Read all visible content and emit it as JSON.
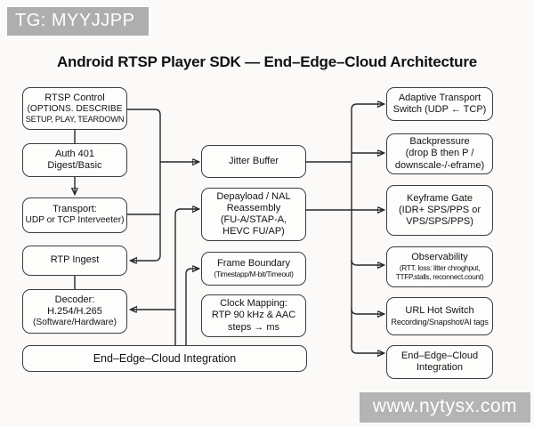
{
  "badges": {
    "top_left": "TG: MYYJJPP",
    "bottom_right": "www.nytysx.com"
  },
  "title": "Android RTSP Player SDK — End–Edge–Cloud Architecture",
  "diagram": {
    "left": [
      {
        "id": "rtsp-control",
        "lines": [
          "RTSP Control",
          "(OPTIONS. DESCRIBE",
          "SETUP, PLAY, TEARDOWN"
        ]
      },
      {
        "id": "auth-401",
        "lines": [
          "Auth 401",
          "Digest/Basic"
        ]
      },
      {
        "id": "transport",
        "lines": [
          "Transport:",
          "UDP or TCP Interveeter)"
        ]
      },
      {
        "id": "rtp-ingest",
        "lines": [
          "RTP Ingest"
        ]
      },
      {
        "id": "decoder",
        "lines": [
          "Decoder:",
          "H.254/H.265",
          "(Software/Hardware)"
        ]
      }
    ],
    "middle": [
      {
        "id": "jitter-buffer",
        "lines": [
          "Jitter Buffer"
        ]
      },
      {
        "id": "depayload-nal",
        "lines": [
          "Depayload / NAL",
          "Reassembly",
          "(FU-A/STAP-A,",
          "HEVC FU/AP)"
        ]
      },
      {
        "id": "frame-boundary",
        "lines": [
          "Frame Boundary",
          "(Timestapp/M-bit/Timeout)"
        ]
      },
      {
        "id": "clock-mapping",
        "lines": [
          "Clock Mapping:",
          "RTP 90 kHz & AAC",
          "steps → ms"
        ]
      }
    ],
    "right": [
      {
        "id": "adaptive-transport-switch",
        "lines": [
          "Adaptive Transport",
          "Switch (UDP ← TCP)"
        ]
      },
      {
        "id": "backpressure",
        "lines": [
          "Backpressure",
          "(drop B then P /",
          "downscale-/-eframe)"
        ]
      },
      {
        "id": "keyframe-gate",
        "lines": [
          "Keyframe Gate",
          "(IDR+ SPS/PPS or",
          "VPS/SPS/PPS)"
        ]
      },
      {
        "id": "observability",
        "lines": [
          "Observability",
          "(RTT. loss: litter chroghput,",
          "TTFP.stalls, reconnect.count)"
        ]
      },
      {
        "id": "url-hot-switch",
        "lines": [
          "URL Hot Switch",
          "Recording/Snapshot/AI tags"
        ]
      },
      {
        "id": "integration-right",
        "lines": [
          "End–Edge–Cloud",
          "Integration"
        ]
      }
    ],
    "bottom": {
      "id": "integration-bottom",
      "lines": [
        "End–Edge–Cloud Integration"
      ]
    },
    "connections": [
      {
        "from": "rtsp-control",
        "to": "auth-401",
        "arrow": false
      },
      {
        "from": "auth-401",
        "to": "transport",
        "arrow": true
      },
      {
        "from": "rtp-ingest",
        "to": "decoder",
        "arrow": false
      },
      {
        "from": "rtsp-control",
        "to": "jitter-buffer",
        "arrow": true
      },
      {
        "from": "transport",
        "to": "jitter-buffer",
        "arrow": true
      },
      {
        "from": "transport",
        "to": "rtp-ingest",
        "arrow": true
      },
      {
        "from": "integration-bottom",
        "to": "depayload-nal",
        "arrow": true
      },
      {
        "from": "integration-bottom",
        "to": "decoder",
        "arrow": true
      },
      {
        "from": "integration-bottom",
        "to": "frame-boundary",
        "arrow": true
      },
      {
        "from": "jitter-buffer",
        "to": "adaptive-transport-switch",
        "arrow": true
      },
      {
        "from": "jitter-buffer",
        "to": "backpressure",
        "arrow": true
      },
      {
        "from": "depayload-nal",
        "to": "keyframe-gate",
        "arrow": true
      },
      {
        "from": "depayload-nal",
        "to": "observability",
        "arrow": true
      },
      {
        "from": "depayload-nal",
        "to": "url-hot-switch",
        "arrow": true
      },
      {
        "from": "depayload-nal",
        "to": "integration-right",
        "arrow": true
      }
    ]
  },
  "colors": {
    "background": "#fbfaf8",
    "box_border": "#3d3d3d",
    "box_fill": "#fdfdfb",
    "text": "#131313",
    "badge_bg": "#b0b0b0",
    "badge_text": "#ffffff",
    "line": "#262626"
  }
}
